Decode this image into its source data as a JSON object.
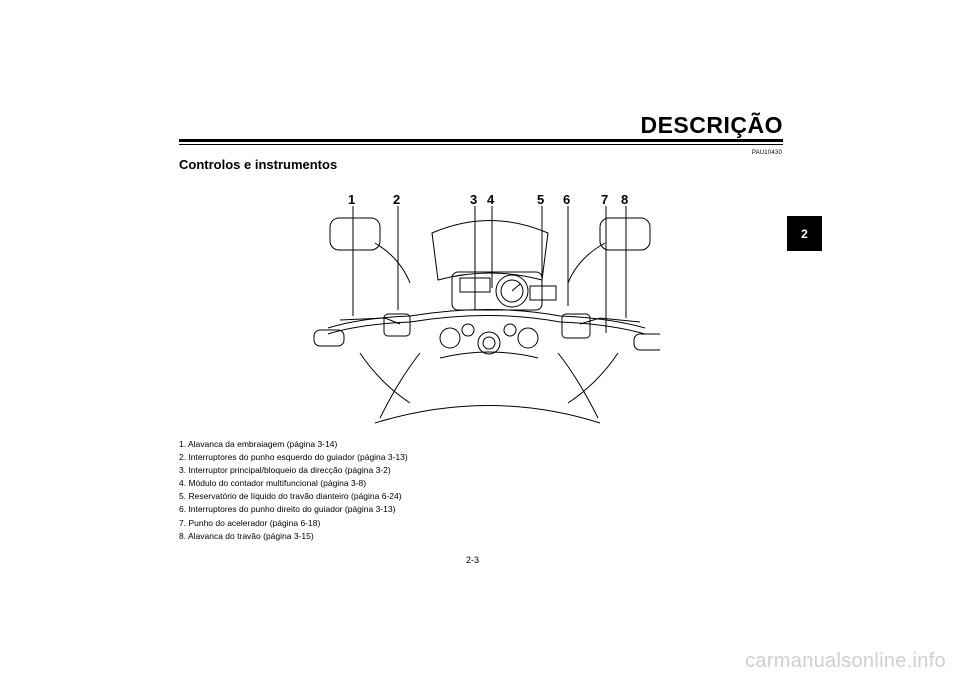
{
  "header": {
    "title": "DESCRIÇÃO",
    "chapter_tab": "2"
  },
  "section": {
    "ref_code": "PAU10430",
    "title": "Controlos e instrumentos"
  },
  "illustration": {
    "callouts": [
      "1",
      "2",
      "3",
      "4",
      "5",
      "6",
      "7",
      "8"
    ]
  },
  "legend": [
    "1. Alavanca da embraiagem (página 3-14)",
    "2. Interruptores do punho esquerdo do guiador (página 3-13)",
    "3. Interruptor principal/bloqueio da direcção (página 3-2)",
    "4. Módulo do contador multifuncional (página 3-8)",
    "5. Reservatório de líquido do travão dianteiro (página 6-24)",
    "6. Interruptores do punho direito do guiador (página 3-13)",
    "7. Punho do acelerador (página 6-18)",
    "8. Alavanca do travão (página 3-15)"
  ],
  "footer": {
    "page_number": "2-3",
    "watermark": "carmanualsonline.info"
  }
}
